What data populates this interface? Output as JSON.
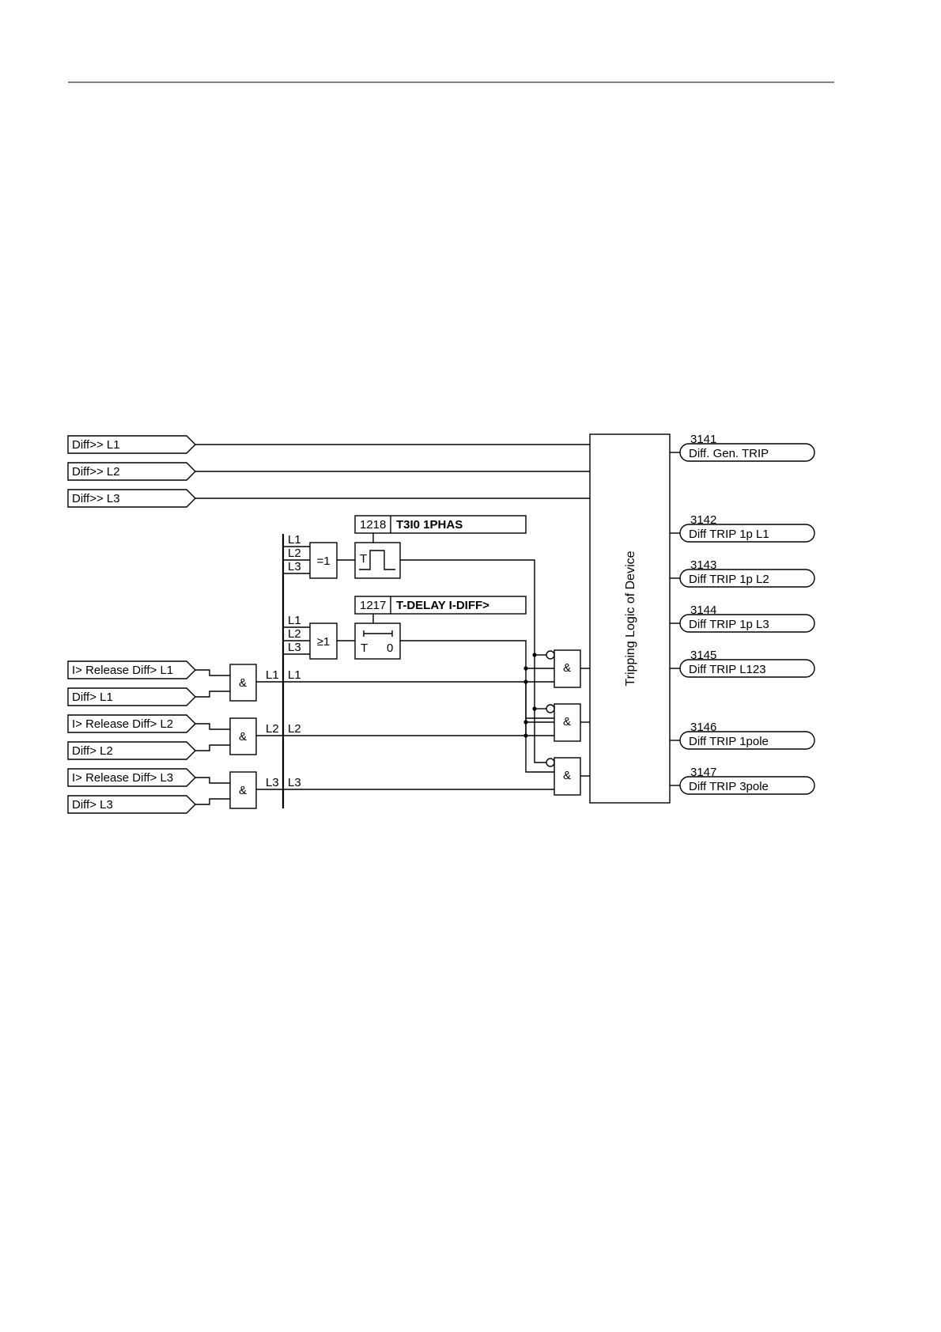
{
  "inputs": {
    "diff_hh_l1": "Diff>> L1",
    "diff_hh_l2": "Diff>> L2",
    "diff_hh_l3": "Diff>> L3",
    "release_l1": "I> Release Diff> L1",
    "diff_h_l1": "Diff> L1",
    "release_l2": "I> Release Diff> L2",
    "diff_h_l2": "Diff> L2",
    "release_l3": "I> Release Diff> L3",
    "diff_h_l3": "Diff> L3"
  },
  "gates": {
    "and_symbol": "&",
    "xor_symbol": "=1",
    "or_symbol": "≥1"
  },
  "bus": {
    "l1": "L1",
    "l2": "L2",
    "l3": "L3"
  },
  "timers": {
    "t3i0": {
      "address": "1218",
      "name": "T3I0 1PHAS",
      "t_label": "T"
    },
    "tdelay": {
      "address": "1217",
      "name": "T-DELAY I-DIFF>",
      "t_label": "T",
      "zero_label": "0"
    }
  },
  "tripping_block": {
    "label": "Tripping Logic of Device"
  },
  "outputs": [
    {
      "number": "3141",
      "label": "Diff. Gen. TRIP"
    },
    {
      "number": "3142",
      "label": "Diff TRIP 1p L1"
    },
    {
      "number": "3143",
      "label": "Diff TRIP 1p L2"
    },
    {
      "number": "3144",
      "label": "Diff TRIP 1p L3"
    },
    {
      "number": "3145",
      "label": "Diff TRIP L123"
    },
    {
      "number": "3146",
      "label": "Diff TRIP 1pole"
    },
    {
      "number": "3147",
      "label": "Diff TRIP 3pole"
    }
  ]
}
